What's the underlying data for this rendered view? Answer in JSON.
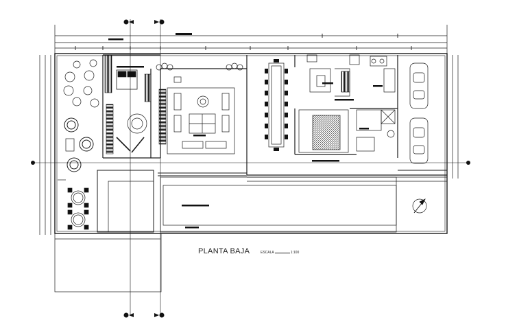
{
  "plan": {
    "title": "PLANTA BAJA",
    "scale_label": "ESCALA",
    "scale_value": "1:100"
  },
  "colors": {
    "line": "#1a1a1a",
    "fill": "#000000"
  }
}
